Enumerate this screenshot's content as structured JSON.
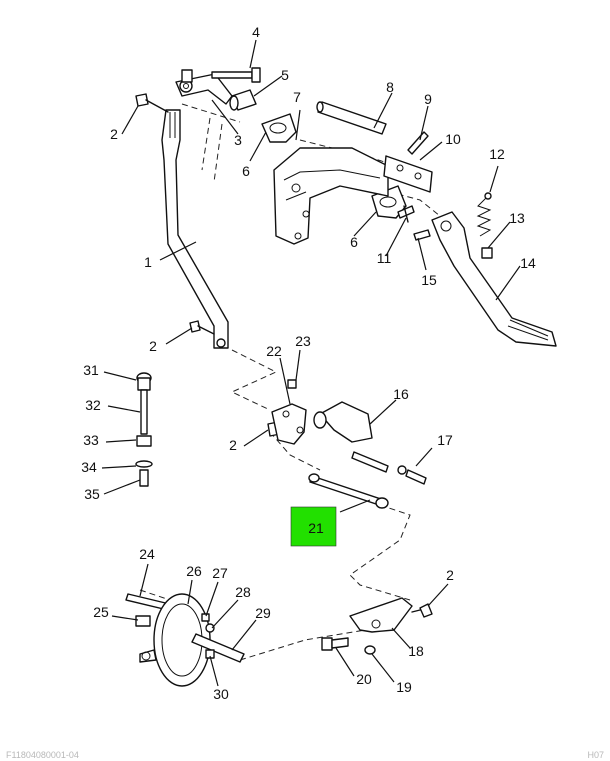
{
  "callouts": [
    "1",
    "2",
    "3",
    "4",
    "5",
    "6",
    "7",
    "8",
    "9",
    "10",
    "11",
    "12",
    "13",
    "14",
    "15",
    "16",
    "17",
    "18",
    "19",
    "20",
    "21",
    "22",
    "23",
    "24",
    "25",
    "26",
    "27",
    "28",
    "29",
    "30",
    "31",
    "32",
    "33",
    "34",
    "35"
  ],
  "highlighted_part": "21",
  "highlight_color": "#22e000",
  "footer": {
    "left": "F11804080001-04",
    "right": "H07"
  }
}
